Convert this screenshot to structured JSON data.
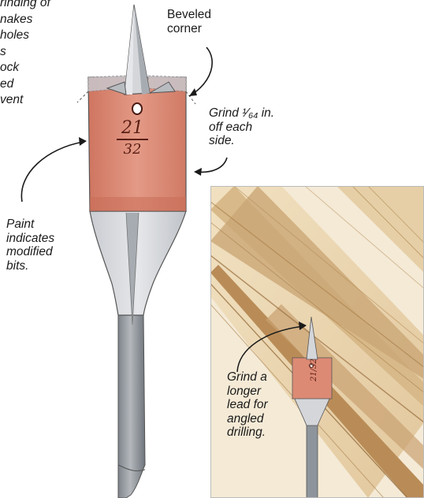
{
  "labels": {
    "top_left": [
      "rinding of",
      "nakes",
      "holes",
      "s",
      "ock",
      "ed",
      "vent"
    ],
    "beveled_corner": [
      "Beveled",
      "corner"
    ],
    "grind_side": [
      "Grind ¹⁄₆₄ in.",
      "off each",
      "side."
    ],
    "paint": [
      "Paint",
      "indicates",
      "modified",
      "bits."
    ],
    "grind_lead": [
      "Grind a",
      "longer",
      "lead for",
      "angled",
      "drilling."
    ]
  },
  "bit_marking": {
    "numerator": "21",
    "denominator": "32"
  },
  "colors": {
    "paint": "#d9826f",
    "steel": "#d4d6da",
    "steel_shadow": "#9a9fa6",
    "shank": "#8e949b",
    "wood_light": "#e3c79b",
    "wood_dark": "#b98c57"
  }
}
